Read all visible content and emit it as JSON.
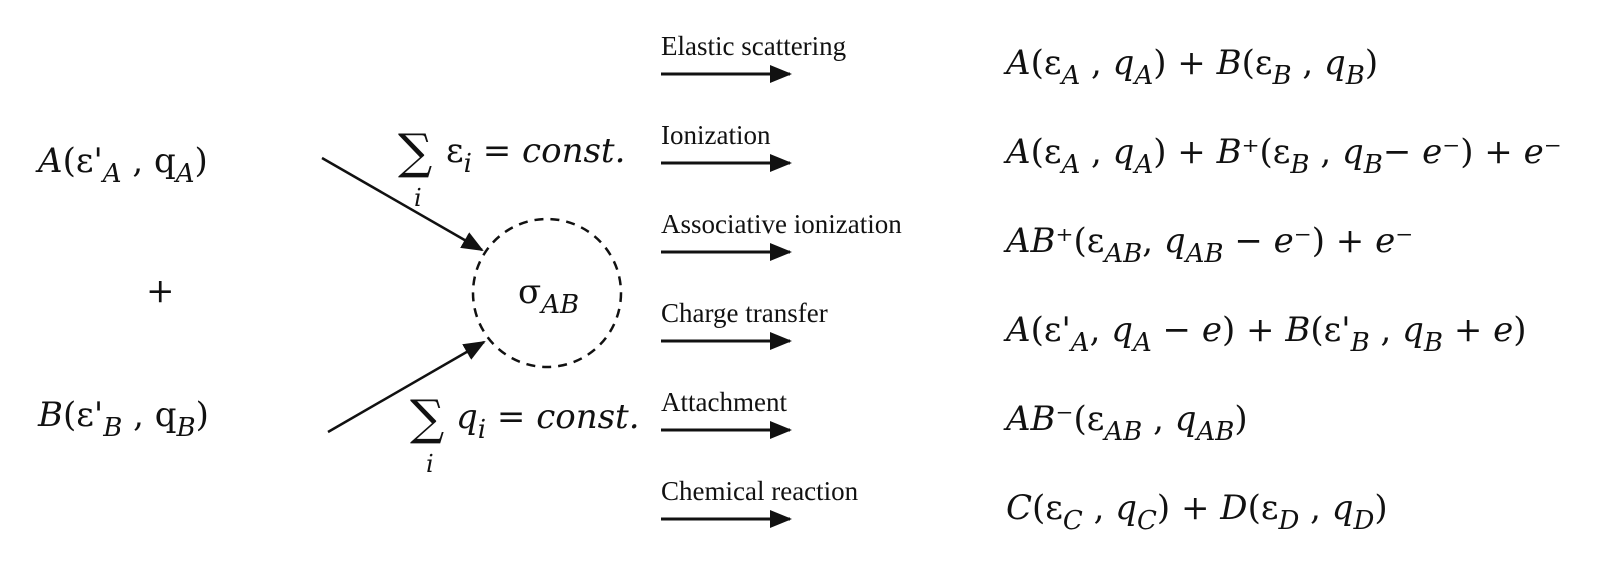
{
  "reactants": {
    "a": {
      "base": "A",
      "open": "(ε'",
      "sub1": "A",
      "mid": " , q",
      "sub2": "A",
      "close": ")"
    },
    "plus": "+",
    "b": {
      "base": "B",
      "open": "(ε'",
      "sub1": "B",
      "mid": " , q",
      "sub2": "B",
      "close": ")"
    }
  },
  "conservation": {
    "energy": {
      "sum": "∑",
      "index": "i",
      "term": "ε",
      "term_sub": "i",
      "rhs": " = const."
    },
    "charge": {
      "sum": "∑",
      "index": "i",
      "term": "q",
      "term_sub": "i",
      "rhs": " = const."
    }
  },
  "cross_section": {
    "symbol": "σ",
    "sub": "AB"
  },
  "channels": [
    {
      "label": "Elastic scattering",
      "product": [
        [
          "A",
          "it"
        ],
        [
          "(ε",
          ""
        ],
        [
          "A",
          "sub"
        ],
        [
          " , ",
          ""
        ],
        [
          "q",
          "it"
        ],
        [
          "A",
          "sub"
        ],
        [
          ") + ",
          ""
        ],
        [
          "B",
          "it"
        ],
        [
          "(ε",
          ""
        ],
        [
          "B",
          "sub"
        ],
        [
          " , ",
          ""
        ],
        [
          "q",
          "it"
        ],
        [
          "B",
          "sub"
        ],
        [
          ")",
          ""
        ]
      ]
    },
    {
      "label": "Ionization",
      "product": [
        [
          "A",
          "it"
        ],
        [
          "(ε",
          ""
        ],
        [
          "A",
          "sub"
        ],
        [
          " , ",
          ""
        ],
        [
          "q",
          "it"
        ],
        [
          "A",
          "sub"
        ],
        [
          ") + ",
          ""
        ],
        [
          "B",
          "it"
        ],
        [
          "⁺(ε",
          ""
        ],
        [
          "B",
          "sub"
        ],
        [
          " , ",
          ""
        ],
        [
          "q",
          "it"
        ],
        [
          "B",
          "sub"
        ],
        [
          "− ",
          ""
        ],
        [
          "e",
          "it"
        ],
        [
          "⁻) + ",
          ""
        ],
        [
          "e",
          "it"
        ],
        [
          "⁻",
          ""
        ]
      ]
    },
    {
      "label": "Associative ionization",
      "product": [
        [
          "AB",
          "it"
        ],
        [
          "⁺(ε",
          ""
        ],
        [
          "AB",
          "sub"
        ],
        [
          ", ",
          ""
        ],
        [
          "q",
          "it"
        ],
        [
          "AB",
          "sub"
        ],
        [
          " − ",
          ""
        ],
        [
          "e",
          "it"
        ],
        [
          "⁻) + ",
          ""
        ],
        [
          "e",
          "it"
        ],
        [
          "⁻",
          ""
        ]
      ]
    },
    {
      "label": "Charge transfer",
      "product": [
        [
          "A",
          "it"
        ],
        [
          "(ε'",
          ""
        ],
        [
          "A",
          "sub"
        ],
        [
          ", ",
          ""
        ],
        [
          "q",
          "it"
        ],
        [
          "A",
          "sub"
        ],
        [
          " − ",
          ""
        ],
        [
          "e",
          "it"
        ],
        [
          ") + ",
          ""
        ],
        [
          "B",
          "it"
        ],
        [
          "(ε'",
          ""
        ],
        [
          "B",
          "sub"
        ],
        [
          " , ",
          ""
        ],
        [
          "q",
          "it"
        ],
        [
          "B",
          "sub"
        ],
        [
          " + ",
          ""
        ],
        [
          "e",
          "it"
        ],
        [
          ")",
          ""
        ]
      ]
    },
    {
      "label": "Attachment",
      "product": [
        [
          "AB",
          "it"
        ],
        [
          "⁻(ε",
          ""
        ],
        [
          "AB",
          "sub"
        ],
        [
          " , ",
          ""
        ],
        [
          "q",
          "it"
        ],
        [
          "AB",
          "sub"
        ],
        [
          ")",
          ""
        ]
      ]
    },
    {
      "label": "Chemical reaction",
      "product": [
        [
          "C",
          "it"
        ],
        [
          "(ε",
          ""
        ],
        [
          "C",
          "sub"
        ],
        [
          " , ",
          ""
        ],
        [
          "q",
          "it"
        ],
        [
          "C",
          "sub"
        ],
        [
          ") + ",
          ""
        ],
        [
          "D",
          "it"
        ],
        [
          "(ε",
          ""
        ],
        [
          "D",
          "sub"
        ],
        [
          " , ",
          ""
        ],
        [
          "q",
          "it"
        ],
        [
          "D",
          "sub"
        ],
        [
          ")",
          ""
        ]
      ]
    }
  ]
}
